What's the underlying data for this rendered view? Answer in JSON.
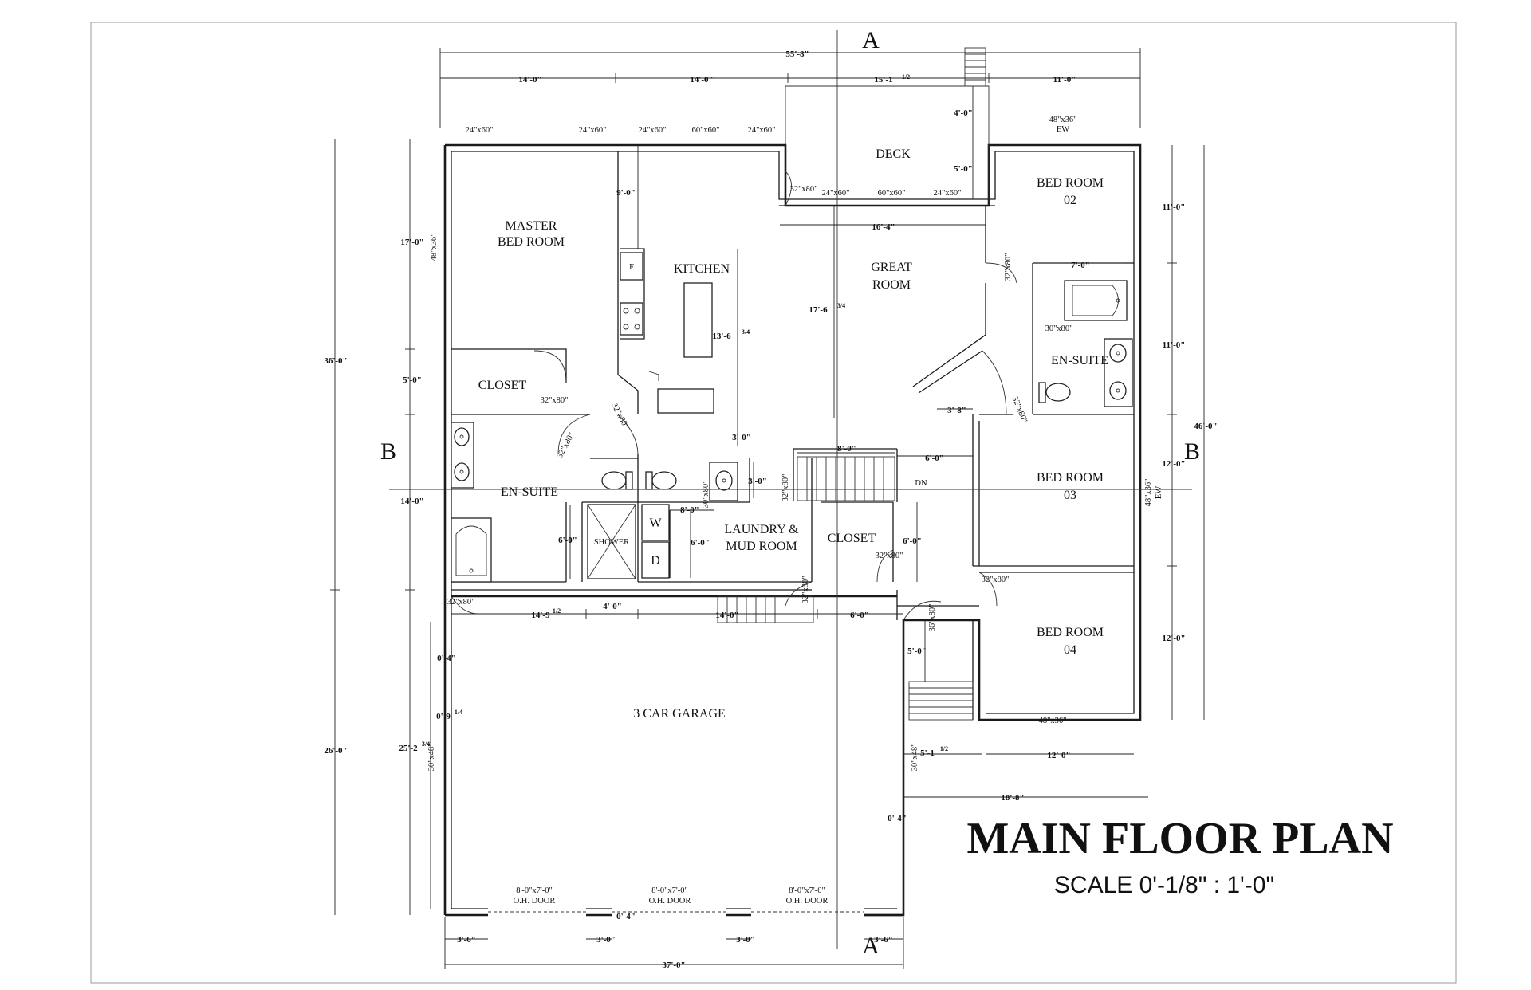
{
  "title": "MAIN FLOOR PLAN",
  "scale": "SCALE  0'-1/8\" : 1'-0\"",
  "section_markers": {
    "a": "A",
    "b": "B"
  },
  "rooms": {
    "master": [
      "MASTER",
      "BED ROOM"
    ],
    "kitchen": "KITCHEN",
    "great": [
      "GREAT",
      "ROOM"
    ],
    "deck": "DECK",
    "bed02": [
      "BED ROOM",
      "02"
    ],
    "bed03": [
      "BED ROOM",
      "03"
    ],
    "bed04": [
      "BED ROOM",
      "04"
    ],
    "closet_master": "CLOSET",
    "closet_hall": "CLOSET",
    "ensuite_master": "EN-SUITE",
    "ensuite_bed": "EN-SUITE",
    "laundry": [
      "LAUNDRY &",
      "MUD ROOM"
    ],
    "shower": "SHOWER",
    "garage": "3 CAR GARAGE",
    "washer": "W",
    "dryer": "D",
    "fridge": "F",
    "down": "DN"
  },
  "dimensions": {
    "overall_width": "55'-8\"",
    "top_14a": "14'-0\"",
    "top_14b": "14'-0\"",
    "top_15": "15'-1",
    "top_15_frac": "1/2",
    "top_11": "11'-0\"",
    "deck_4": "4'-0\"",
    "deck_5": "5'-0\"",
    "kitchen_9": "9'-0\"",
    "great_16": "16'-4\"",
    "kitchen_13": "13'-6",
    "kitchen_13_frac": "3/4",
    "great_17": "17'-6",
    "great_17_frac": "3/4",
    "bath_7": "7'-0\"",
    "hall_3a": "3'-0\"",
    "hall_3b": "3'-0\"",
    "hall_3_8": "3'-8\"",
    "stair_8": "8'-0\"",
    "hall_6": "6'-0\"",
    "laundry_8": "8'-0\"",
    "laundry_6": "6'-0\"",
    "shower_6": "6'-0\"",
    "closet_6": "6'-0\"",
    "left_17": "17'-0\"",
    "left_5": "5'-0\"",
    "left_14": "14'-0\"",
    "left_36": "36'-0\"",
    "left_26": "26'-0\"",
    "left_25": "25'-2",
    "left_25_frac": "3/4",
    "left_0_4": "0'-4\"",
    "left_0_9": "0'-9",
    "left_0_9_frac": "1/4",
    "right_11a": "11'-0\"",
    "right_11b": "11'-0\"",
    "right_12a": "12'-0\"",
    "right_12b": "12'-0\"",
    "right_46": "46'-0\"",
    "garage_14_9": "14'-9",
    "garage_14_9_frac": "1/2",
    "garage_4": "4'-0\"",
    "garage_14": "14'-0\"",
    "garage_6": "6'-0\"",
    "entry_5": "5'-0\"",
    "entry_5_1": "5'-1",
    "entry_5_1_frac": "1/2",
    "bed04_12": "12'-0\"",
    "right_18_8": "18'-8\"",
    "garage_0_4a": "0'-4\"",
    "garage_0_4b": "0'-4\"",
    "bot_3_6a": "3'-6\"",
    "bot_3_0a": "3'-0\"",
    "bot_3_0b": "3'-0\"",
    "bot_3_6b": "3'-6\"",
    "bot_37": "37'-0\""
  },
  "openings": {
    "w1": "24\"x60\"",
    "w2": "24\"x60\"",
    "w3": "24\"x60\"",
    "w4": "60\"x60\"",
    "w5": "24\"x60\"",
    "w_bed02": "48\"x36\"",
    "w_bed02_ew": "EW",
    "d_deck": "32\"x80\"",
    "w_deck1": "24\"x60\"",
    "w_deck2": "60\"x60\"",
    "w_deck3": "24\"x60\"",
    "w_master": "48\"x36\"",
    "d_bed02": "32\"x80\"",
    "d_bath": "30\"x80\"",
    "d_ensuite": "32\"x80\"",
    "d_closet": "32\"x80\"",
    "d_ens1": "32\"x80\"",
    "d_ens2": "32\"x80\"",
    "d_wc": "30\"x80\"",
    "d_stair": "32\"x80\"",
    "d_laundry": "32\"x80\"",
    "d_hallcloset": "32\"x80\"",
    "d_garage": "32\"x80\"",
    "d_bed04": "32\"x80\"",
    "d_entry": "36\"x80\"",
    "w_bed03": "48\"x36\"",
    "w_bed03_ew": "EW",
    "w_bed04": "48\"x36\"",
    "w_garage_l": "30\"x48\"",
    "w_garage_r": "30\"x48\"",
    "oh1": "8'-0\"x7'-0\"",
    "oh2": "8'-0\"x7'-0\"",
    "oh3": "8'-0\"x7'-0\"",
    "oh_label1": "O.H. DOOR",
    "oh_label2": "O.H. DOOR",
    "oh_label3": "O.H. DOOR"
  }
}
